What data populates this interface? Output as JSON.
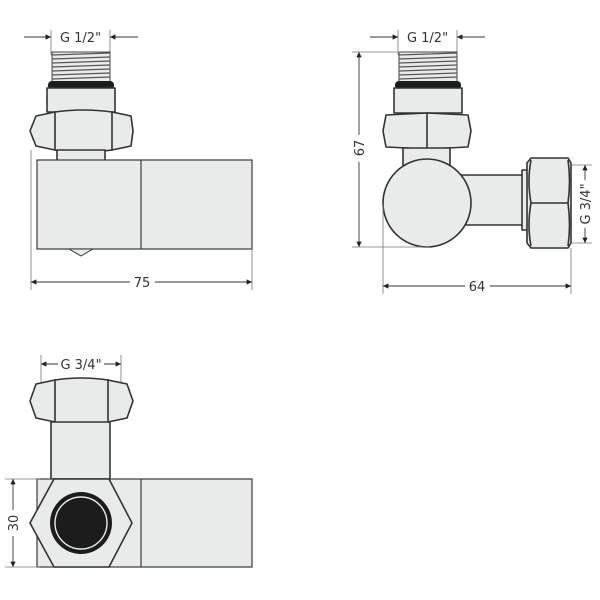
{
  "drawing": {
    "type": "technical-drawing",
    "subject": "angle radiator valve (three views)",
    "colors": {
      "part_fill": "#e9eaea",
      "outline": "#333333",
      "oring": "#1c1c1c",
      "background": "#ffffff"
    },
    "views": {
      "front": {
        "thread_label": "G 1/2\"",
        "width_label": "75"
      },
      "side": {
        "thread_label": "G 1/2\"",
        "height_label": "67",
        "outlet_label": "G 3/4\"",
        "width_label": "64"
      },
      "bottom": {
        "thread_label": "G 3/4\"",
        "height_label": "30"
      }
    }
  }
}
